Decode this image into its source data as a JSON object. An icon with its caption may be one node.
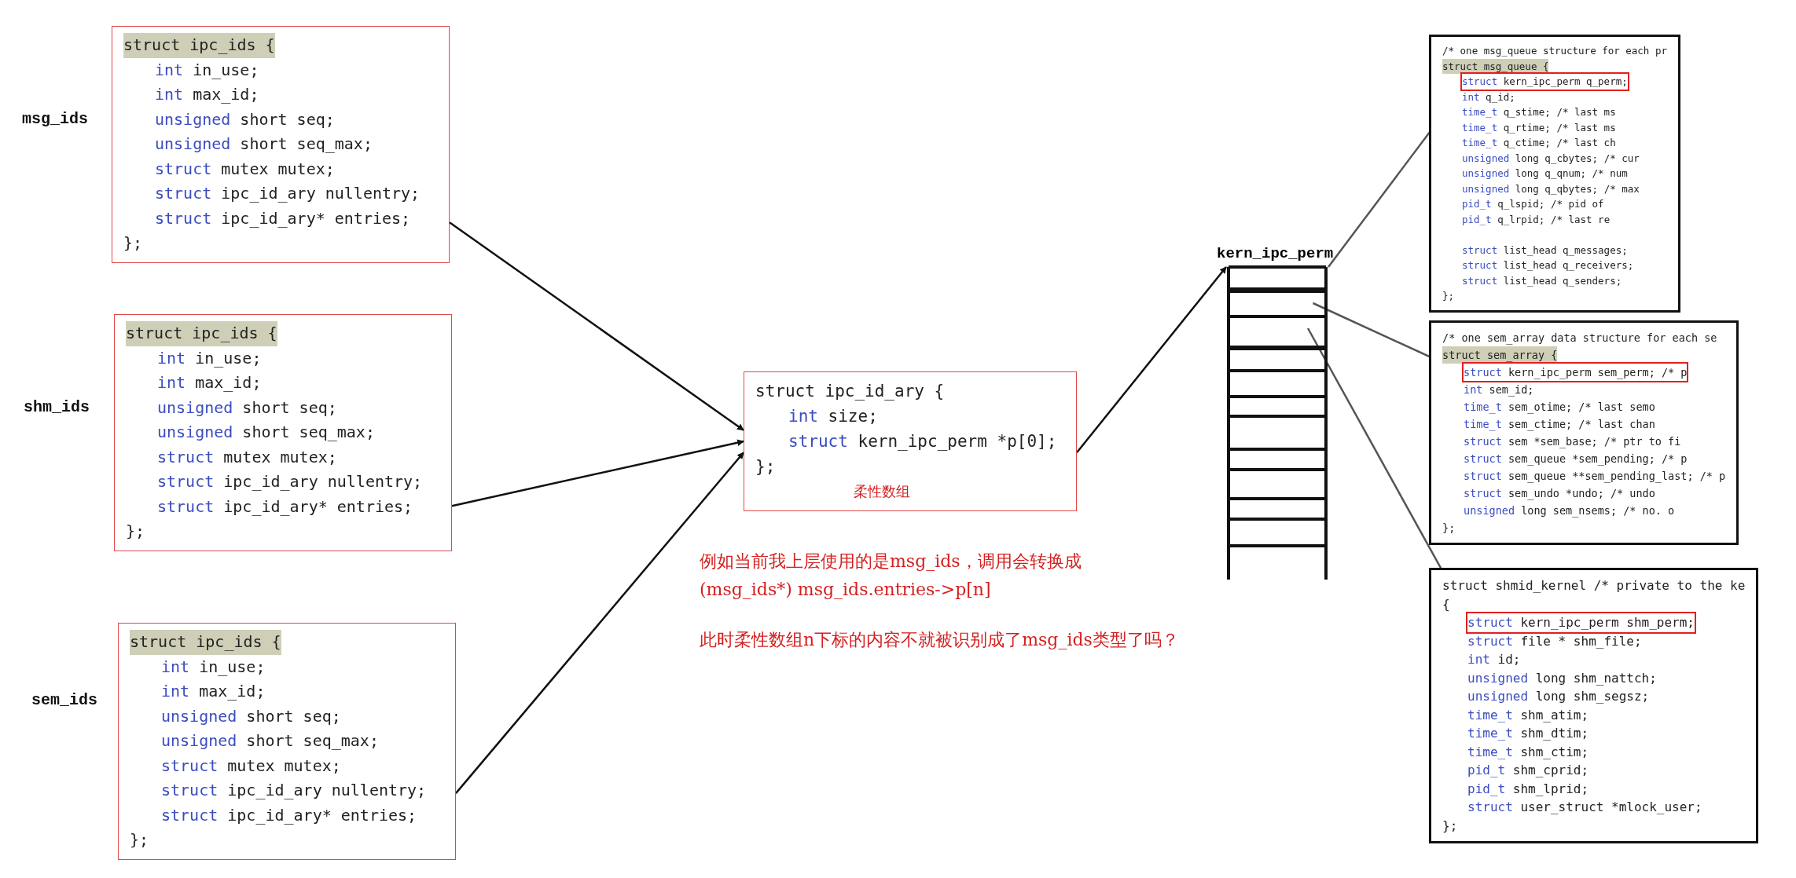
{
  "diagram": {
    "nodes": [
      {
        "text": [
          "struct ipc_ids {",
          "int in_use;",
          "int max_id;",
          "unsigned short seq;",
          "unsigned short seq_max;",
          "struct mutex mutex;",
          "struct ipc_id_ary nullentry;",
          "struct ipc_id_ary* entries;",
          "};"
        ],
        "beside": [
          "msg_ids"
        ]
      },
      {
        "text": [
          "struct ipc_ids {",
          "int in_use;",
          "int max_id;",
          "unsigned short seq;",
          "unsigned short seq_max;",
          "struct mutex mutex;",
          "struct ipc_id_ary nullentry;",
          "struct ipc_id_ary* entries;",
          "};"
        ],
        "beside": [
          "shm_ids"
        ]
      },
      {
        "text": [
          "struct ipc_ids {",
          "int in_use;",
          "int max_id;",
          "unsigned short seq;",
          "unsigned short seq_max;",
          "struct mutex mutex;",
          "struct ipc_id_ary nullentry;",
          "struct ipc_id_ary* entries;",
          "};"
        ],
        "beside": [
          "sem_ids"
        ]
      },
      {
        "text": [
          "struct ipc_id_ary {",
          "int size;",
          "struct kern_ipc_perm *p[0];",
          "};",
          "柔性数组"
        ]
      },
      {
        "text": [
          "kern_ipc_perm"
        ]
      },
      {
        "text": [
          "/* one msg_queue structure for each pr",
          "struct msg_queue {",
          "struct kern_ipc_perm q_perm;",
          "int q_id;",
          "time_t q_stime; /* last ms",
          "time_t q_rtime; /* last ms",
          "time_t q_ctime; /* last ch",
          "unsigned long q_cbytes; /* cur",
          "unsigned long q_qnum; /* num",
          "unsigned long q_qbytes; /* max",
          "pid_t q_lspid; /* pid of",
          "pid_t q_lrpid; /* last re",
          "struct list_head q_messages;",
          "struct list_head q_receivers;",
          "struct list_head q_senders;",
          "};"
        ]
      },
      {
        "text": [
          "/* one sem_array data structure for each se",
          "struct sem_array {",
          "struct kern_ipc_perm sem_perm; /* p",
          "int sem_id;",
          "time_t sem_otime; /* last semo",
          "time_t sem_ctime; /* last chan",
          "struct sem *sem_base; /* ptr to fi",
          "struct sem_queue *sem_pending; /* p",
          "struct sem_queue **sem_pending_last; /* p",
          "struct sem_undo *undo; /* undo",
          "unsigned long sem_nsems; /* no. o",
          "};"
        ]
      },
      {
        "text": [
          "struct shmid_kernel /* private to the ke",
          "{",
          "struct kern_ipc_perm shm_perm;",
          "struct file * shm_file;",
          "int id;",
          "unsigned long shm_nattch;",
          "unsigned long shm_segsz;",
          "time_t shm_atim;",
          "time_t shm_dtim;",
          "time_t shm_ctim;",
          "pid_t shm_cprid;",
          "pid_t shm_lprid;",
          "struct user_struct *mlock_user;",
          "};"
        ]
      }
    ],
    "edges": [
      {
        "from": 0,
        "to": 3,
        "arrow": "to"
      },
      {
        "from": 1,
        "to": 3,
        "arrow": "to"
      },
      {
        "from": 2,
        "to": 3,
        "arrow": "to"
      },
      {
        "from": 3,
        "to": 4,
        "arrow": "to"
      },
      {
        "from": 4,
        "to": 5,
        "arrow": "none",
        "color": "#555555"
      },
      {
        "from": 4,
        "to": 6,
        "arrow": "none",
        "color": "#555555"
      },
      {
        "from": 4,
        "to": 7,
        "arrow": "none",
        "color": "#555555"
      }
    ],
    "labels": [
      "例如当前我上层使用的是msg_ids，调用会转换成",
      "(msg_ids*) msg_ids.entries->p[n]",
      "此时柔性数组n下标的内容不就被识别成了msg_ids类型了吗？"
    ]
  }
}
